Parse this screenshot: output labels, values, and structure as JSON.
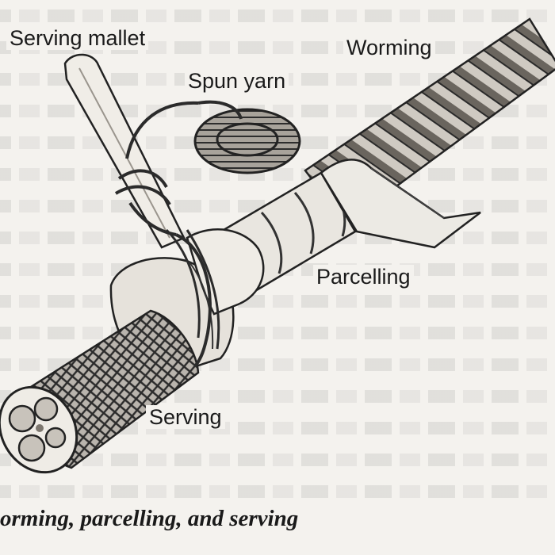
{
  "labels": {
    "serving_mallet": "Serving mallet",
    "worming": "Worming",
    "spun_yarn": "Spun yarn",
    "parcelling": "Parcelling",
    "serving": "Serving"
  },
  "caption": "orming, parcelling, and serving",
  "colors": {
    "ink": "#1a1a1a",
    "paper": "#f4f2ee"
  }
}
